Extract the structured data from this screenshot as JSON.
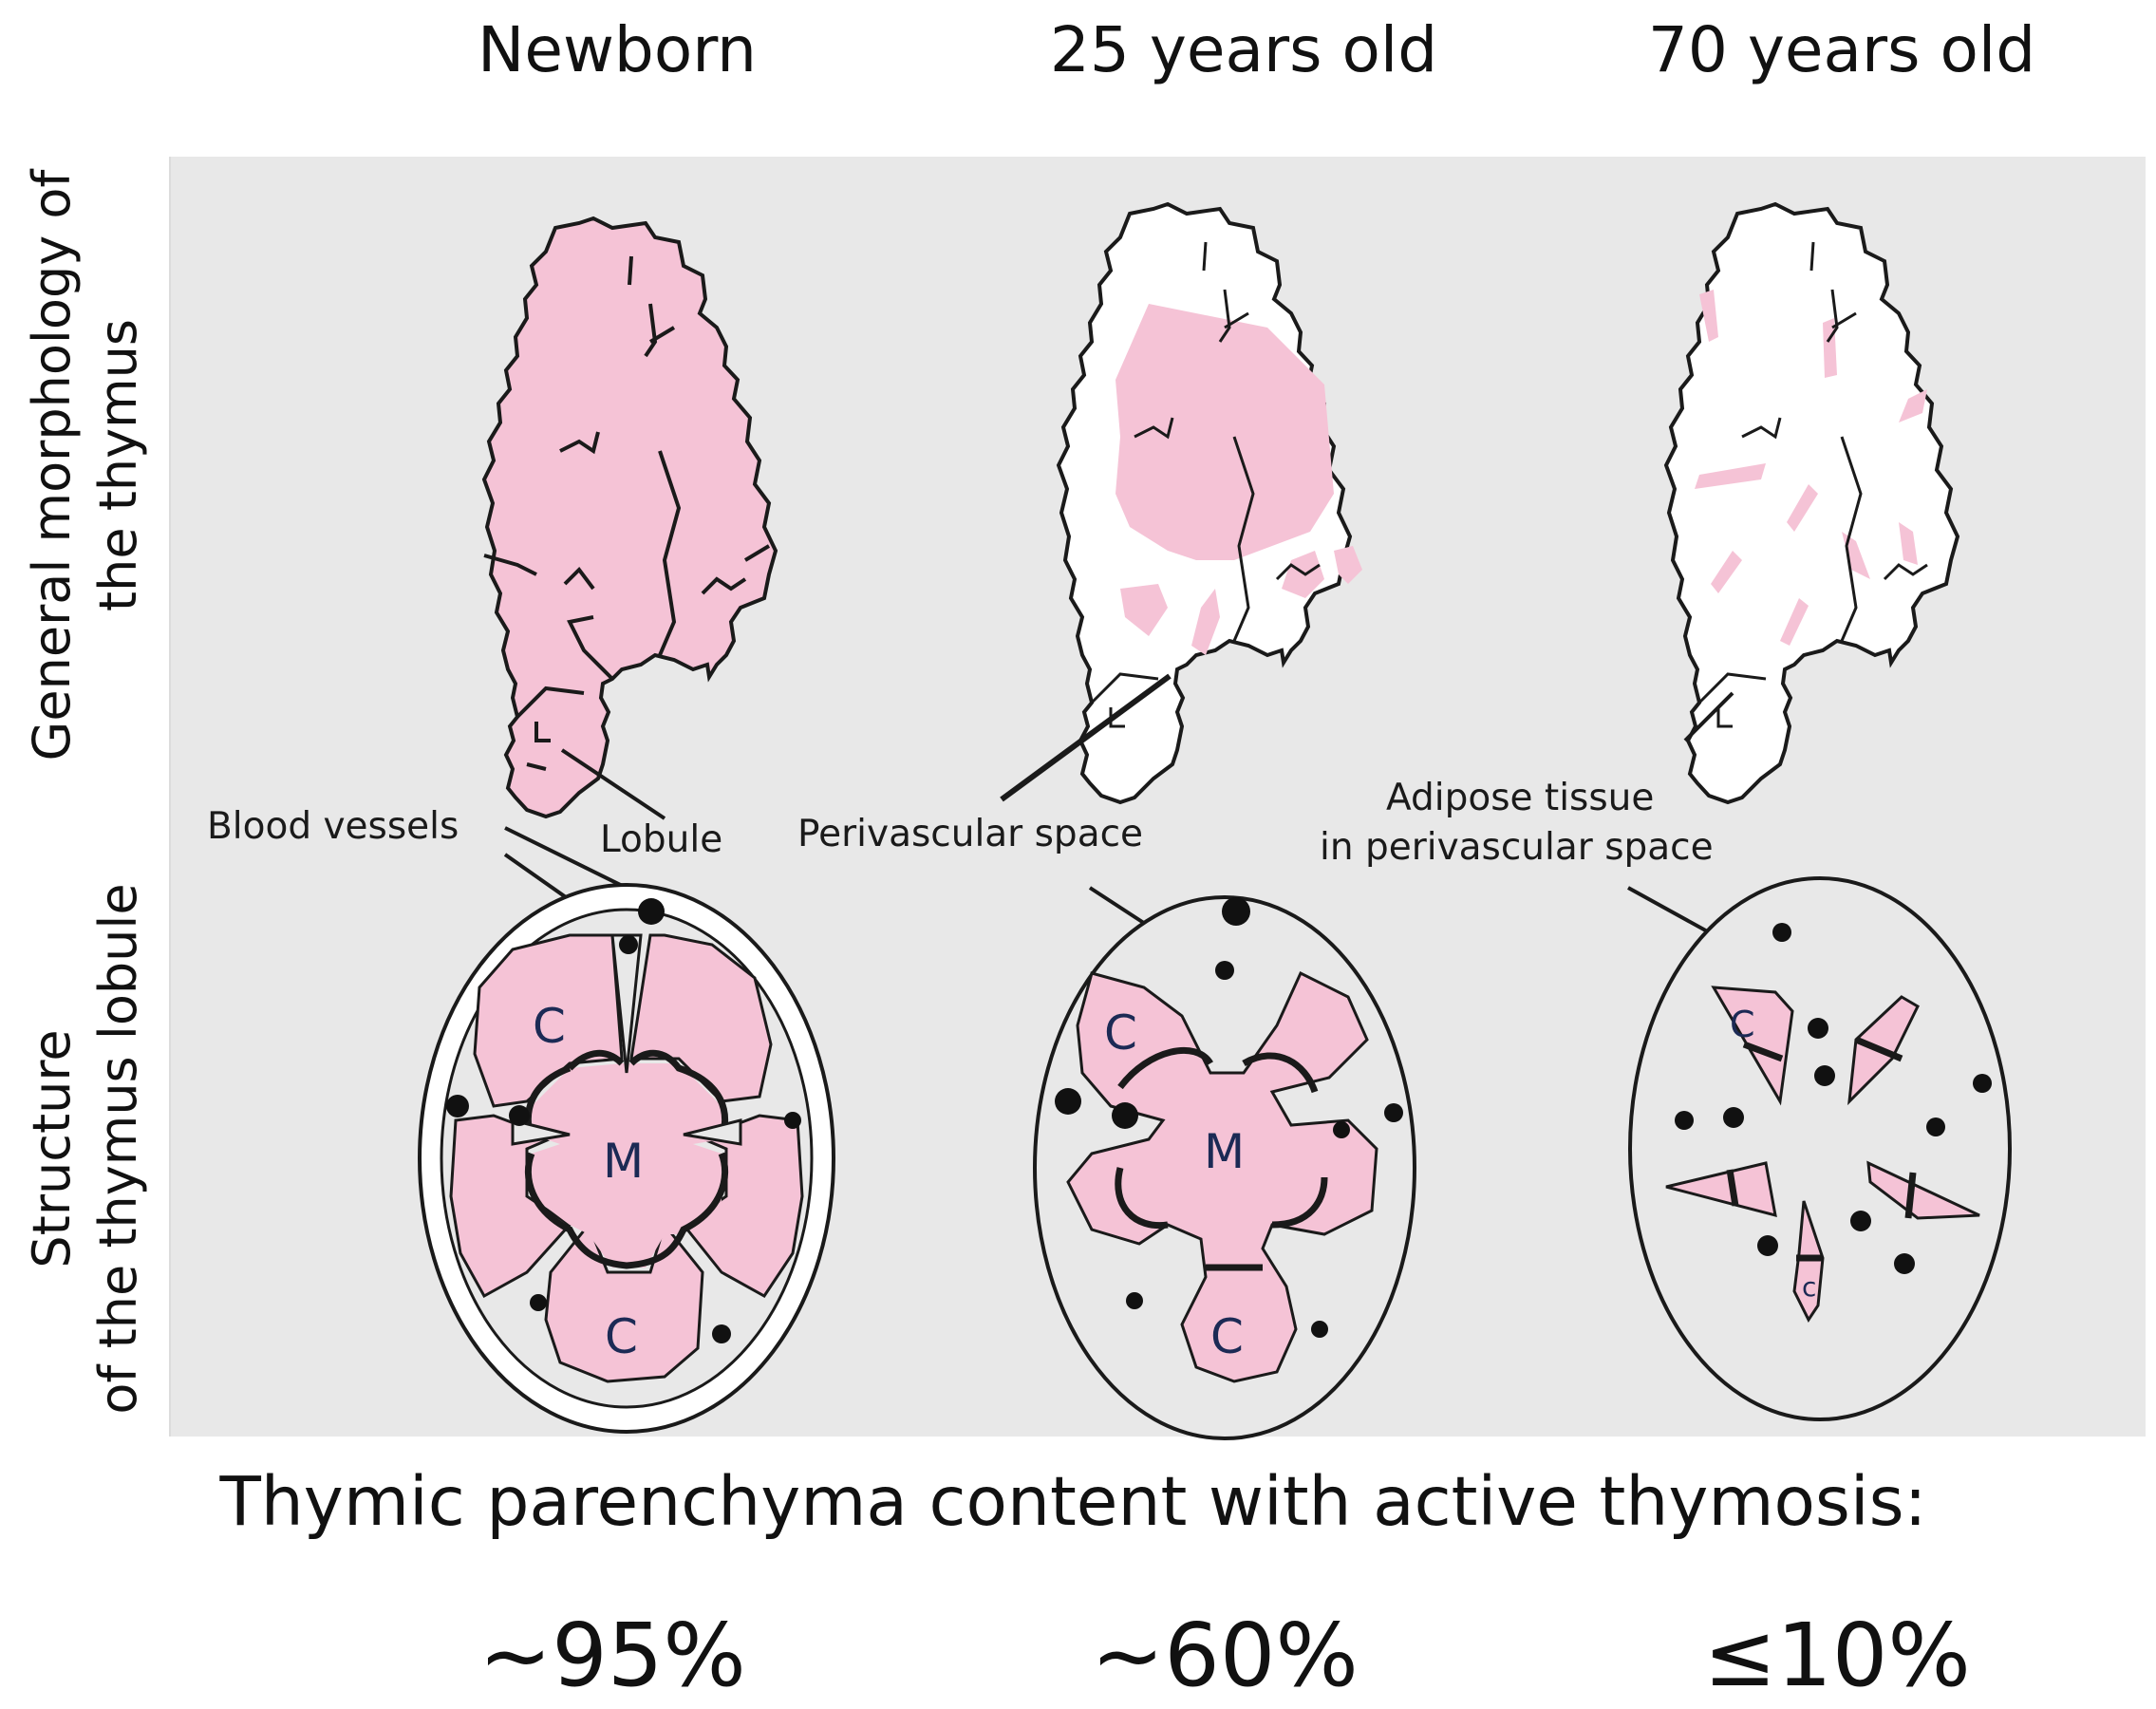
{
  "columns": [
    {
      "label": "Newborn",
      "percent": "~95%"
    },
    {
      "label": "25 years old",
      "percent": "~60%"
    },
    {
      "label": "70 years old",
      "percent": "≤10%"
    }
  ],
  "row_labels": {
    "top": [
      "General morphology of",
      "the thymus"
    ],
    "bottom": [
      "Structure",
      "of the thymus lobule"
    ]
  },
  "annotations": {
    "blood_vessels": "Blood vessels",
    "lobule": "Lobule",
    "perivascular_space": "Perivascular space",
    "adipose_line1": "Adipose tissue",
    "adipose_line2": "in perivascular space"
  },
  "lobule_letters": {
    "cortex": "C",
    "medulla": "M",
    "cortex_small": "c"
  },
  "footer": {
    "caption": "Thymic parenchyma content with active thymosis:"
  },
  "colors": {
    "parenchyma": "#f5c3d6",
    "panel": "#e8e8e8",
    "outline": "#1a1a1a"
  }
}
